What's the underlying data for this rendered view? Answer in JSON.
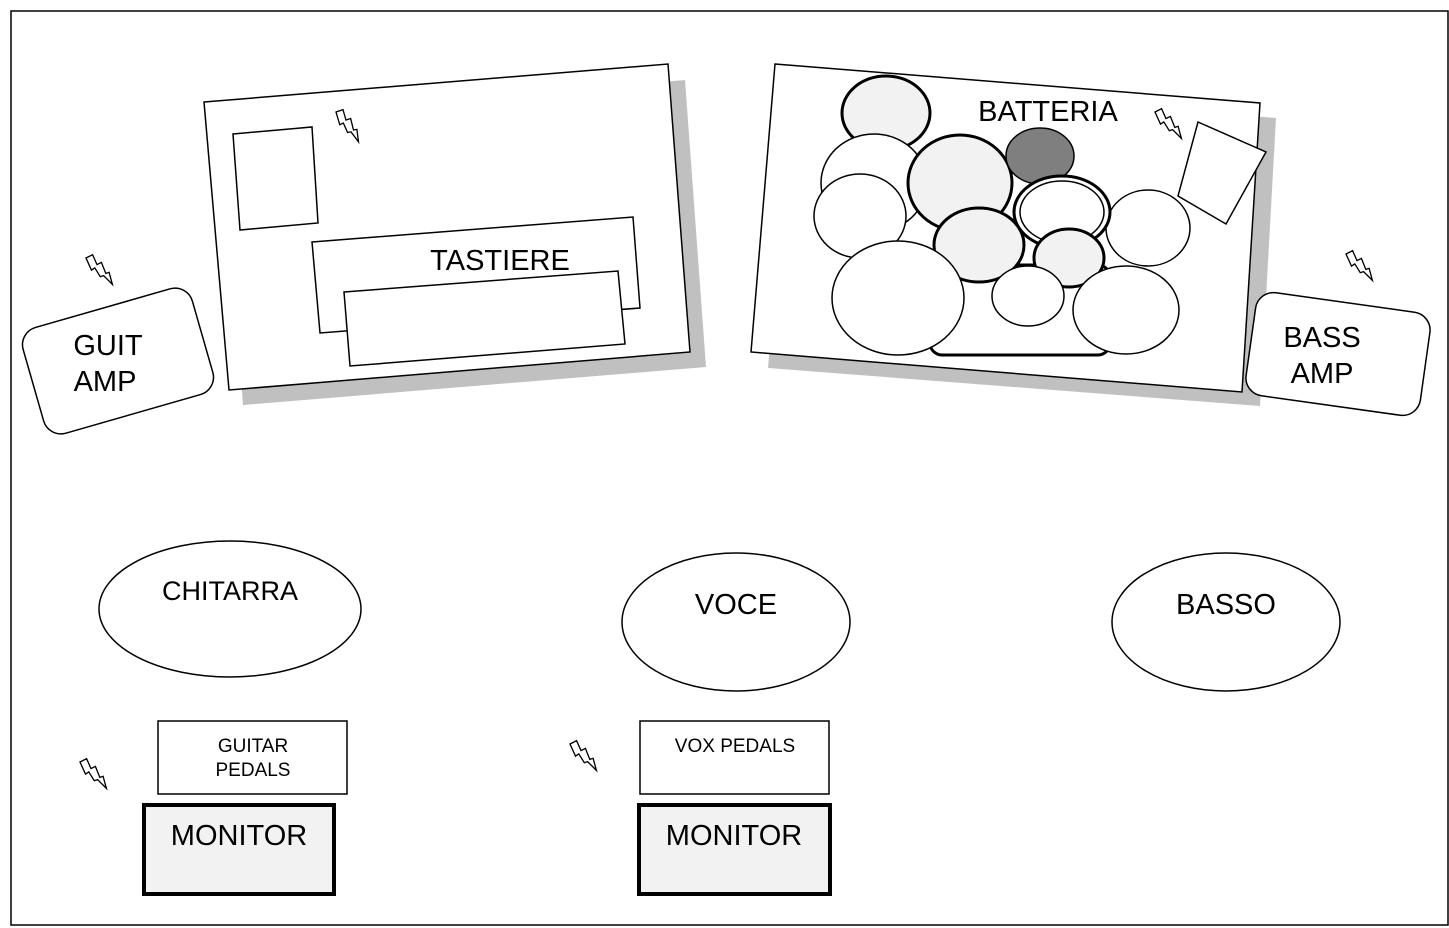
{
  "labels": {
    "keyboards": "TASTIERE",
    "drums": "BATTERIA",
    "guitar_amp_line1": "GUIT",
    "guitar_amp_line2": "AMP",
    "bass_amp_line1": "BASS",
    "bass_amp_line2": "AMP",
    "guitar_position": "CHITARRA",
    "vocal_position": "VOCE",
    "bass_position": "BASSO",
    "guitar_pedals_line1": "GUITAR",
    "guitar_pedals_line2": "PEDALS",
    "vox_pedals": "VOX PEDALS",
    "monitor_left": "MONITOR",
    "monitor_center": "MONITOR"
  },
  "icons": {
    "power": "power-outlet-icon"
  },
  "colors": {
    "outline": "#000000",
    "shadow": "#c0c0c0",
    "light_fill": "#f2f2f2",
    "dark_drum": "#7f7f7f"
  }
}
